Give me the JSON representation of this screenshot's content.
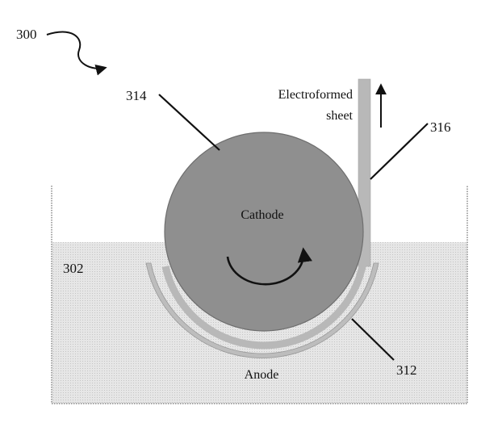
{
  "figure_number": "300",
  "labels": {
    "cathode": "Cathode",
    "anode": "Anode",
    "sheet_line1": "Electroformed",
    "sheet_line2": "sheet"
  },
  "reference_numerals": {
    "bath": "302",
    "anode": "312",
    "cathode": "314",
    "sheet": "316"
  },
  "colors": {
    "solution": "#e2e2e2",
    "cathode": "#8f8f8f",
    "cathode_edge": "#6e6e6e",
    "sheet": "#b8b8b8",
    "anode": "#bdbdbd",
    "line": "#111111",
    "tank_wall": "#8a8a8a"
  }
}
